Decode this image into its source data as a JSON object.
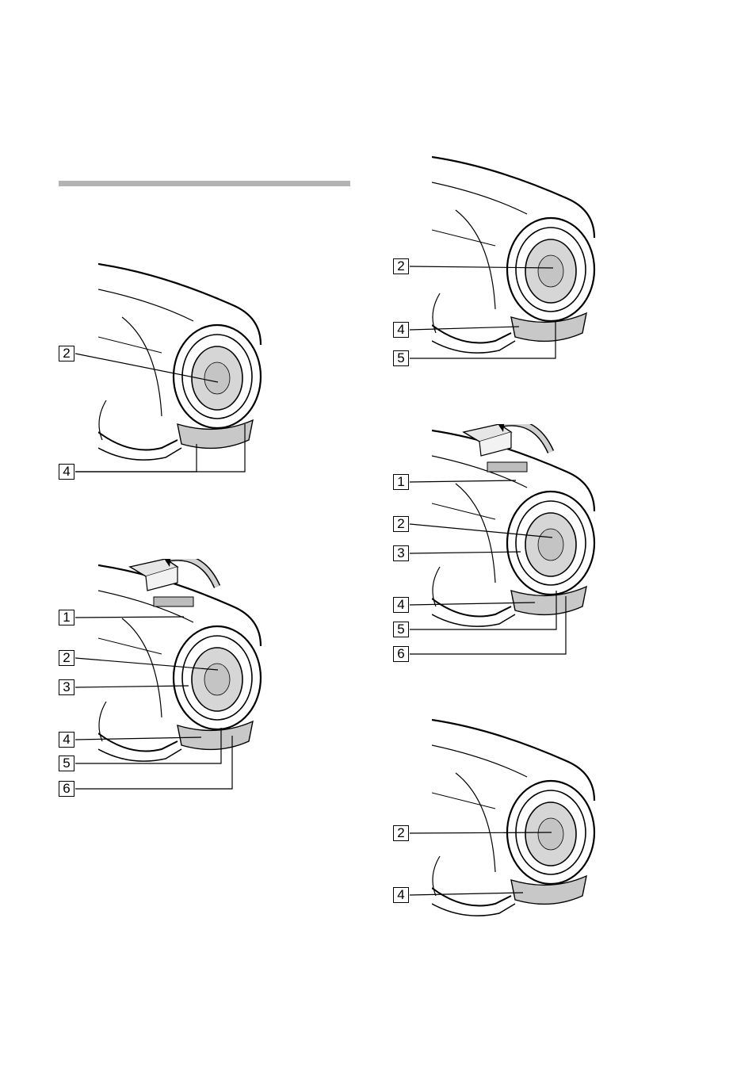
{
  "figures": [
    {
      "id": "fig-a",
      "callouts": [
        "2",
        "4"
      ]
    },
    {
      "id": "fig-b",
      "callouts": [
        "1",
        "2",
        "3",
        "4",
        "5",
        "6"
      ]
    },
    {
      "id": "fig-c",
      "callouts": [
        "2",
        "4",
        "5"
      ]
    },
    {
      "id": "fig-d",
      "callouts": [
        "1",
        "2",
        "3",
        "4",
        "5",
        "6"
      ]
    },
    {
      "id": "fig-e",
      "callouts": [
        "2",
        "4"
      ]
    }
  ]
}
